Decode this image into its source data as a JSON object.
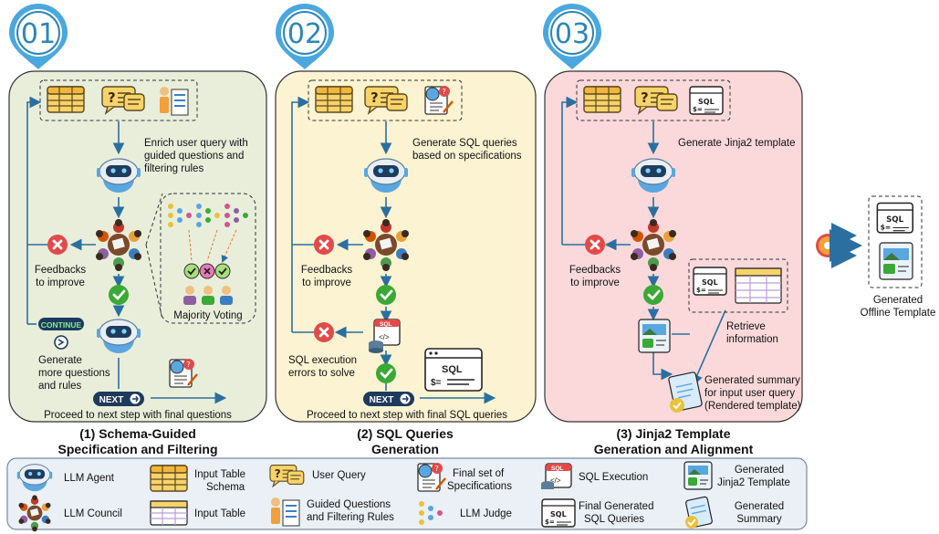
{
  "steps": [
    {
      "number": "01",
      "feedback": "Feedbacks",
      "feedback2": "to improve",
      "enrich1": "Enrich user query with",
      "enrich2": "guided questions and",
      "enrich3": "filtering rules",
      "continue": "CONTINUE",
      "generate1": "Generate",
      "generate2": "more questions",
      "generate3": "and rules",
      "majority": "Majority Voting",
      "next": "NEXT",
      "proceed": "Proceed to next step with final questions",
      "caption1": "(1) Schema-Guided",
      "caption2": "Specification and Filtering"
    },
    {
      "number": "02",
      "gen1": "Generate SQL queries",
      "gen2": "based on specifications",
      "feedback": "Feedbacks",
      "feedback2": "to improve",
      "sqlerr1": "SQL execution",
      "sqlerr2": "errors to solve",
      "next": "NEXT",
      "proceed": "Proceed to next step with final SQL queries",
      "caption1": "(2) SQL Queries",
      "caption2": "Generation"
    },
    {
      "number": "03",
      "gen": "Generate Jinja2 template",
      "feedback": "Feedbacks",
      "feedback2": "to improve",
      "retrieve1": "Retrieve",
      "retrieve2": "information",
      "summary1": "Generated summary",
      "summary2": "for input user query",
      "summary3": "(Rendered template)",
      "caption1": "(3) Jinja2 Template",
      "caption2": "Generation and Alignment"
    }
  ],
  "sql_label": "SQL",
  "offline": {
    "line1": "Generated",
    "line2": "Offline Template"
  },
  "legend": {
    "llm_agent": "LLM Agent",
    "llm_council": "LLM Council",
    "schema1": "Input Table",
    "schema2": "Schema",
    "input_table": "Input Table",
    "user_query": "User Query",
    "guided1": "Guided Questions",
    "guided2": "and Filtering Rules",
    "final_spec1": "Final set of",
    "final_spec2": "Specifications",
    "llm_judge": "LLM Judge",
    "sql_exec": "SQL Execution",
    "final_sql1": "Final Generated",
    "final_sql2": "SQL Queries",
    "jinja1": "Generated",
    "jinja2": "Jinja2 Template",
    "summary1": "Generated",
    "summary2": "Summary"
  },
  "colors": {
    "panel1": "#e9eedb",
    "panel2": "#fbf3d2",
    "panel3": "#fbd9db",
    "legend": "#eaf0f6",
    "accent": "#2b86b8"
  }
}
